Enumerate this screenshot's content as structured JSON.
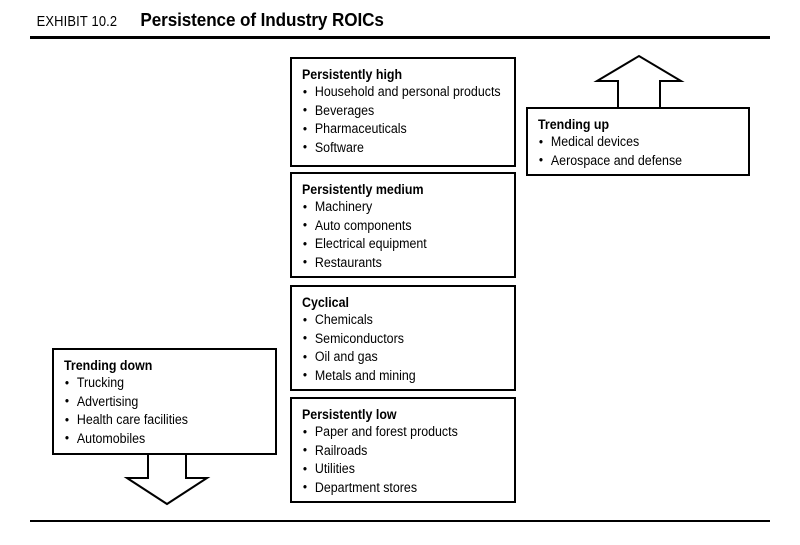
{
  "header": {
    "exhibit_label": "EXHIBIT 10.2",
    "title": "Persistence of Industry ROICs"
  },
  "colors": {
    "ink": "#000000",
    "paper": "#ffffff"
  },
  "boxes": {
    "persistently_high": {
      "title": "Persistently high",
      "items": [
        "Household and personal products",
        "Beverages",
        "Pharmaceuticals",
        "Software"
      ]
    },
    "persistently_medium": {
      "title": "Persistently medium",
      "items": [
        "Machinery",
        "Auto components",
        "Electrical equipment",
        "Restaurants"
      ]
    },
    "cyclical": {
      "title": "Cyclical",
      "items": [
        "Chemicals",
        "Semiconductors",
        "Oil and gas",
        "Metals and mining"
      ]
    },
    "persistently_low": {
      "title": "Persistently low",
      "items": [
        "Paper and forest products",
        "Railroads",
        "Utilities",
        "Department stores"
      ]
    },
    "trending_up": {
      "title": "Trending up",
      "items": [
        "Medical devices",
        "Aerospace and defense"
      ]
    },
    "trending_down": {
      "title": "Trending down",
      "items": [
        "Trucking",
        "Advertising",
        "Health care facilities",
        "Automobiles"
      ]
    }
  },
  "arrows": {
    "up": "up-arrow",
    "down": "down-arrow"
  }
}
